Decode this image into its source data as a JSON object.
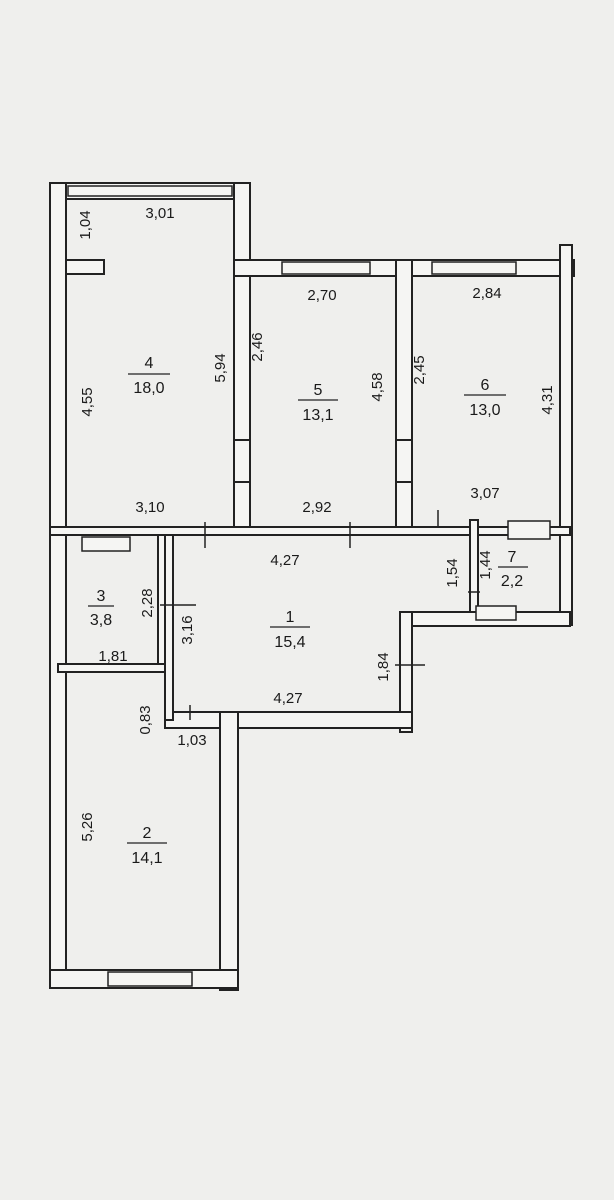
{
  "rooms": [
    {
      "number": "1",
      "area": "15,4"
    },
    {
      "number": "2",
      "area": "14,1"
    },
    {
      "number": "3",
      "area": "3,8"
    },
    {
      "number": "4",
      "area": "18,0"
    },
    {
      "number": "5",
      "area": "13,1"
    },
    {
      "number": "6",
      "area": "13,0"
    },
    {
      "number": "7",
      "area": "2,2"
    }
  ],
  "dimensions": {
    "r4_top": "3,01",
    "r4_niche": "1,04",
    "r4_left": "4,55",
    "r4_right": "5,94",
    "r4_bottom": "3,10",
    "r5_top": "2,70",
    "r5_left": "2,46",
    "r5_right": "4,58",
    "r5_bottom": "2,92",
    "r6_top": "2,84",
    "r6_left": "2,45",
    "r6_right": "4,31",
    "r6_bottom": "3,07",
    "hall_top": "4,27",
    "hall_left": "3,16",
    "hall_right_upper": "1,54",
    "hall_right_lower": "1,84",
    "hall_bottom": "4,27",
    "r3_right": "2,28",
    "r3_bottom": "1,81",
    "r7_left": "1,44",
    "r2_niche_v": "0,83",
    "r2_niche_h": "1,03",
    "r2_left": "5,26"
  }
}
